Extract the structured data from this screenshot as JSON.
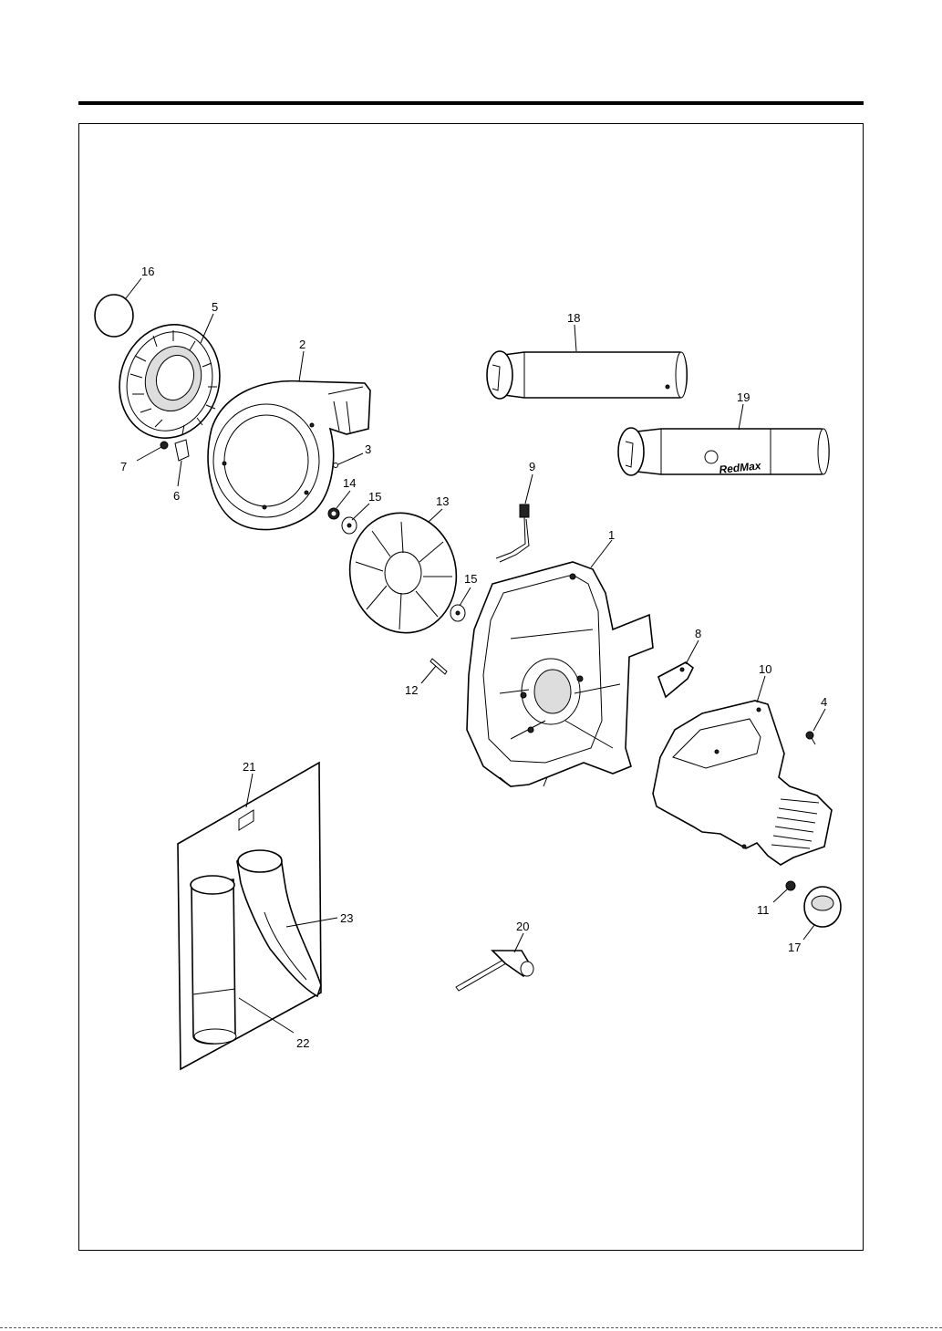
{
  "diagram": {
    "callouts": [
      "1",
      "2",
      "3",
      "4",
      "5",
      "6",
      "7",
      "8",
      "9",
      "10",
      "11",
      "12",
      "13",
      "14",
      "15",
      "15",
      "16",
      "17",
      "18",
      "19",
      "20",
      "21",
      "22",
      "23"
    ],
    "logo_text": "RedMax",
    "line_color": "#000000"
  }
}
